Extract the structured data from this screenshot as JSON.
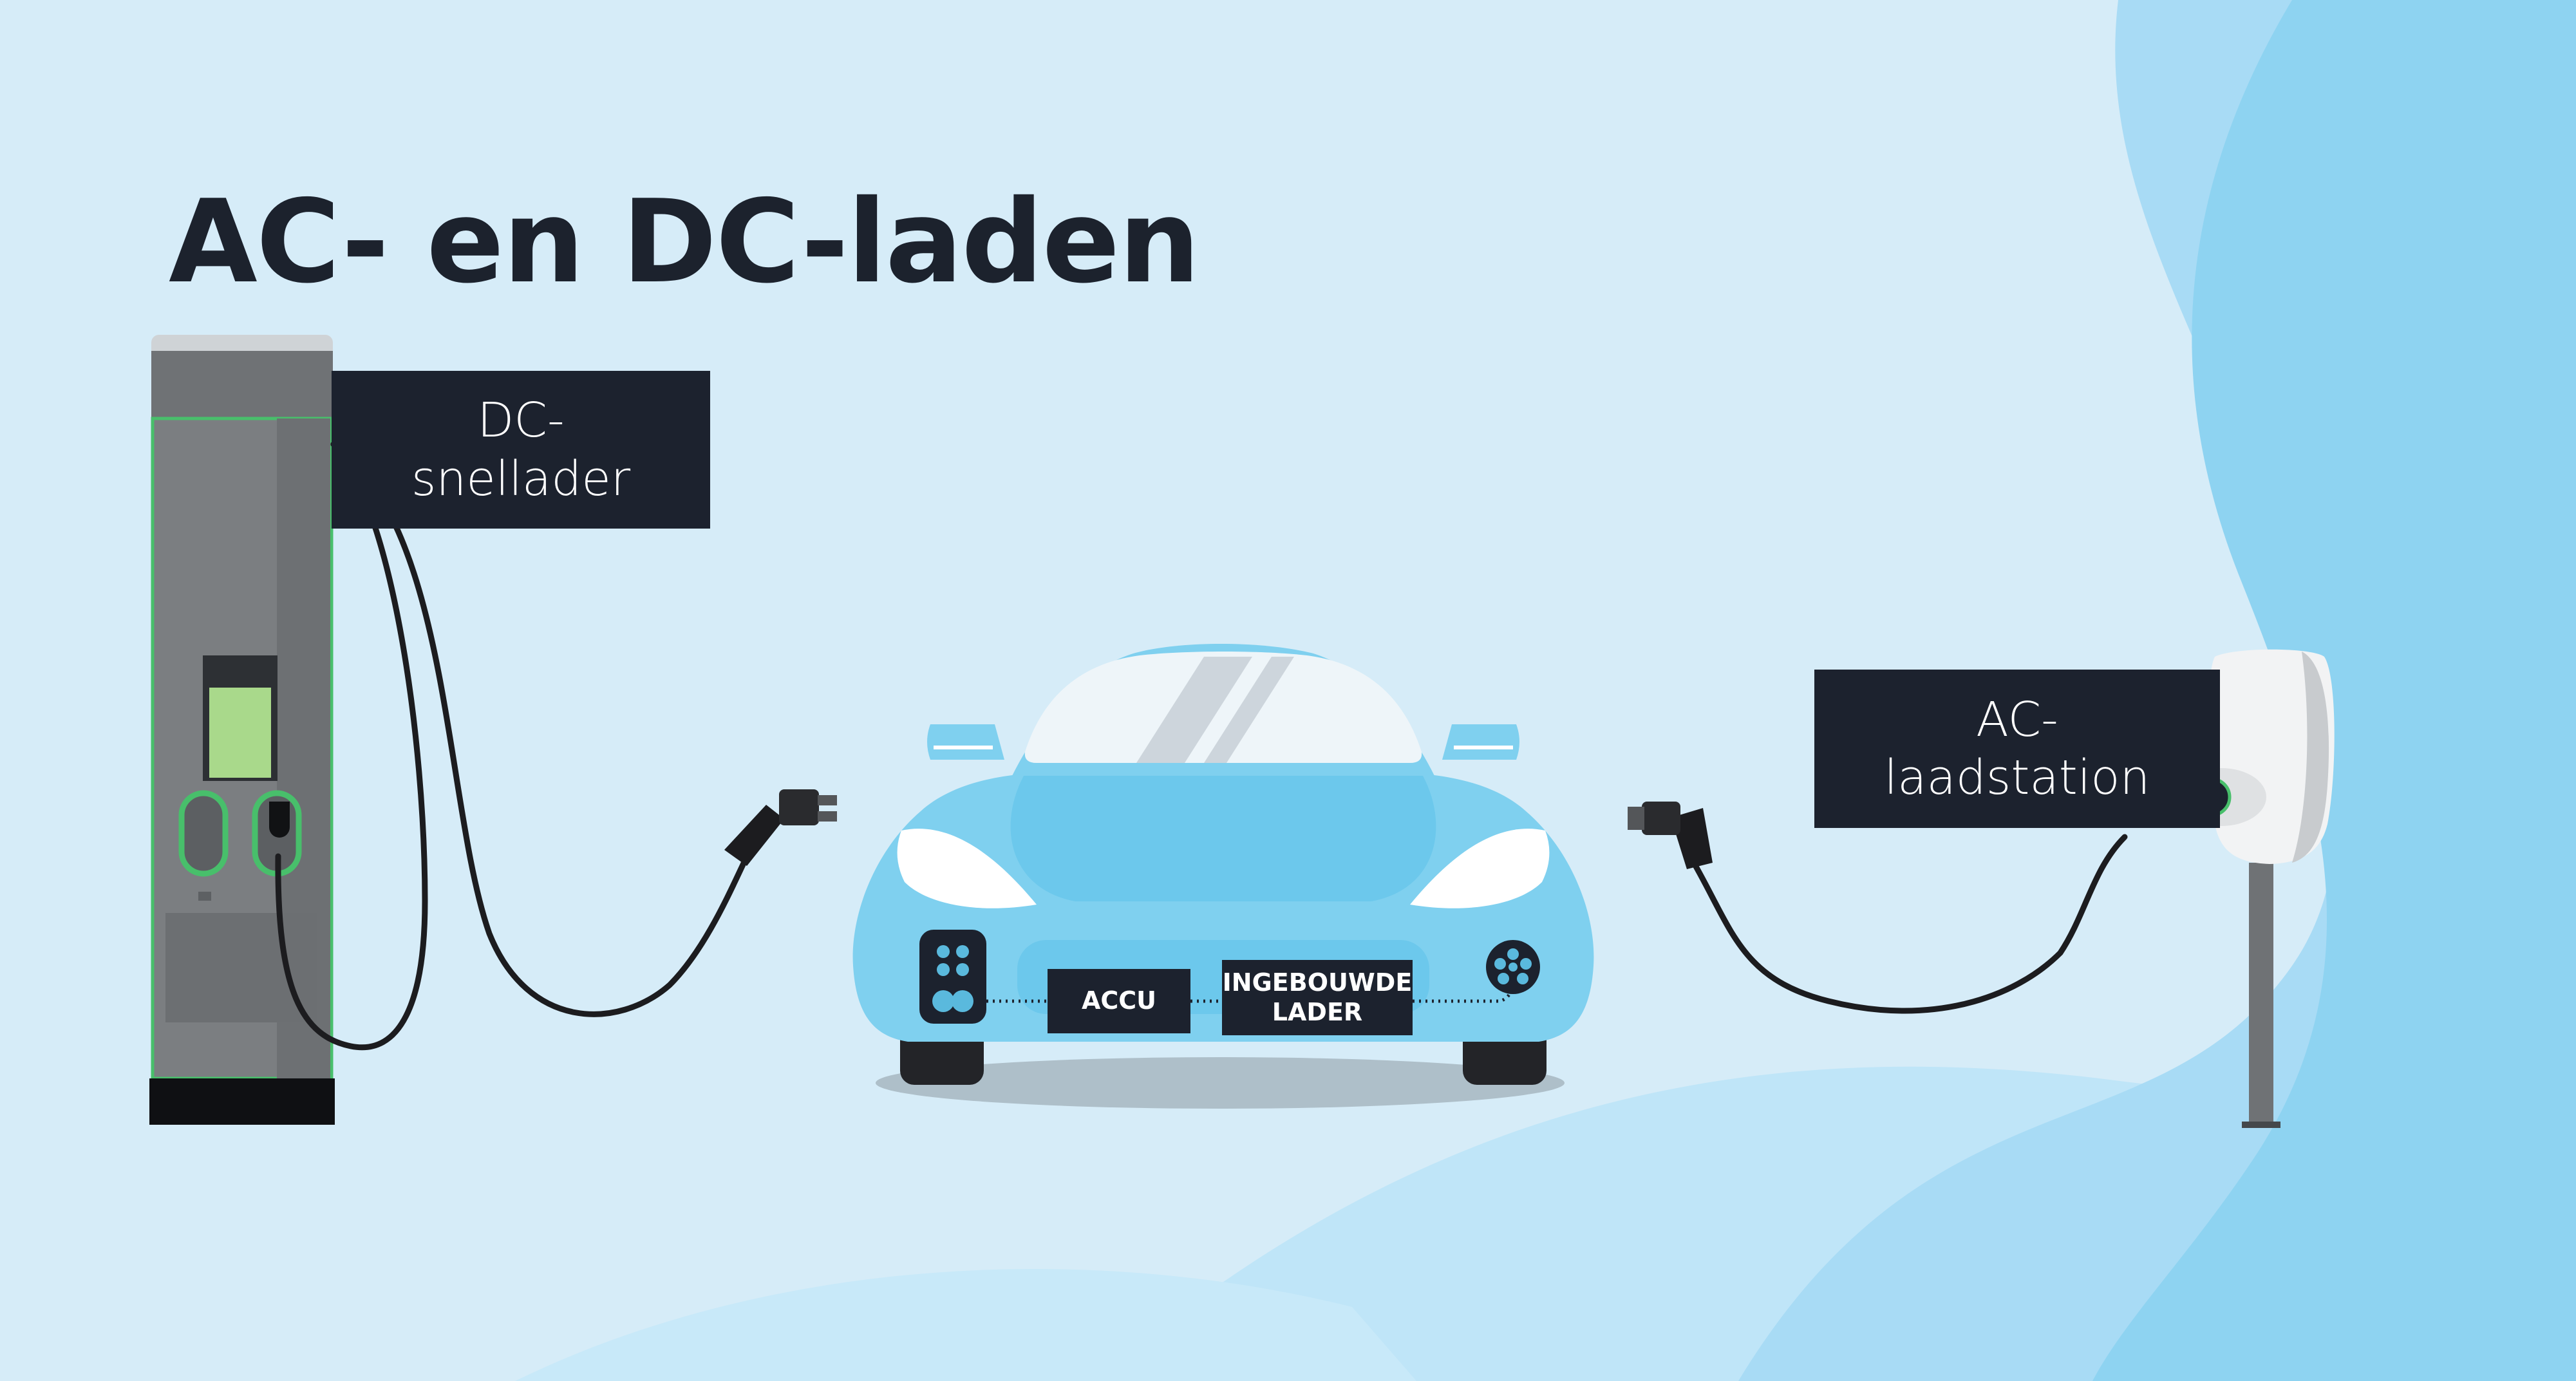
{
  "title": "AC- en DC-laden",
  "labels": {
    "dc_charger": [
      "DC-",
      "snellader"
    ],
    "ac_station": [
      "AC-",
      "laadstation"
    ],
    "accu": "ACCU",
    "onboard_charger": [
      "INGEBOUWDE",
      "LADER"
    ]
  },
  "colors": {
    "background": "#d6ecf8",
    "wave": "#a8dbf5",
    "wave_dark": "#8ed3f1",
    "label_bg": "#1c222e",
    "car_body": "#7fd0ef",
    "charger_body": "#7a7d80",
    "charger_accent": "#48bf6b",
    "screen": "#a9d98b",
    "cable": "#1c1c1f"
  }
}
